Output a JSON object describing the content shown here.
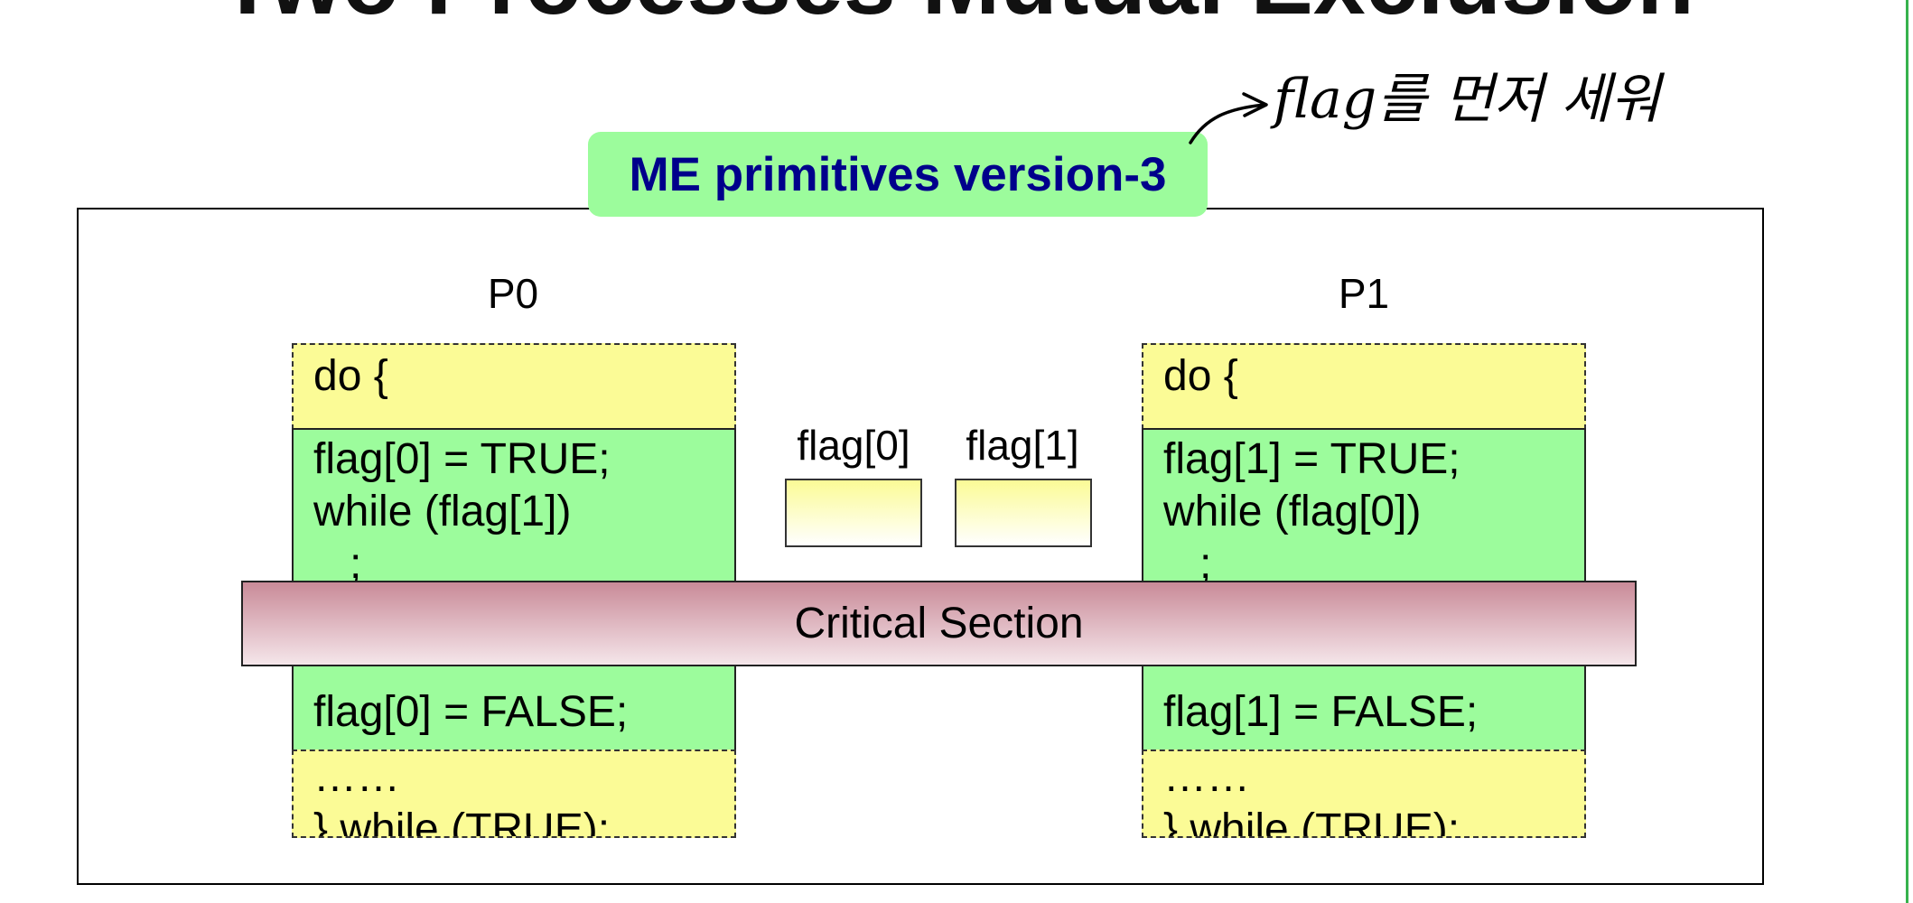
{
  "slide_title": "Two Processes Mutual Exclusion",
  "box_title": "ME primitives version-3",
  "annotation": "flag를 먼저 세워",
  "critical_section": "Critical Section",
  "flags": [
    "flag[0]",
    "flag[1]"
  ],
  "p0": {
    "label": "P0",
    "entry_top": "do {\n……",
    "entry_code": "flag[0] = TRUE;\nwhile (flag[1])\n   ;",
    "exit_code": "flag[0] = FALSE;",
    "exit_bottom": "……\n} while (TRUE);"
  },
  "p1": {
    "label": "P1",
    "entry_top": "do {\n……",
    "entry_code": "flag[1] = TRUE;\nwhile (flag[0])\n   ;",
    "exit_code": "flag[1] = FALSE;",
    "exit_bottom": "……\n} while (TRUE);"
  },
  "colors": {
    "title_box": "#9cfc9c",
    "title_text": "#00008b",
    "code_yellow": "#fbfb96",
    "code_green": "#9cfc9c",
    "critical_section": "#c98a98"
  }
}
